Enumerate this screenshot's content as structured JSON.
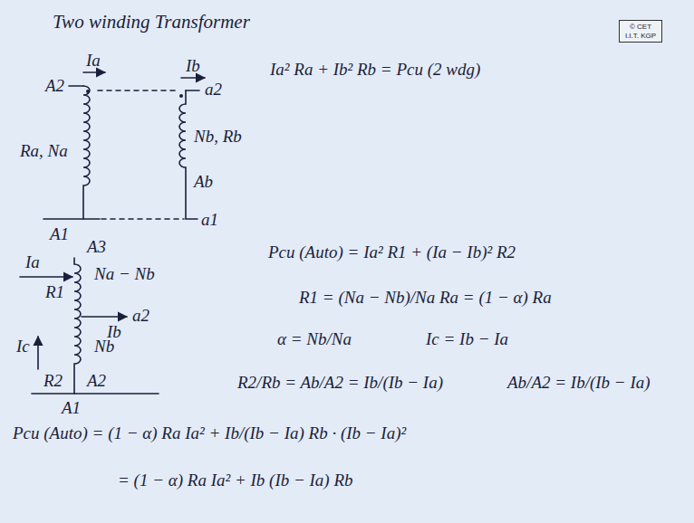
{
  "diagram": {
    "title": "Two winding Transformer",
    "nodes": [
      {
        "text": [
          "© CET I.I.T. KGP"
        ]
      }
    ],
    "labels": [
      "Ia",
      "A2",
      "Ra, Na",
      "A1",
      "Ib",
      "a2",
      "Nb, Rb",
      "Ab",
      "a1",
      "Ia² Ra + Ib² Rb = Pcu (2 wdg)",
      "A3",
      "Ia",
      "R1",
      "Na − Nb",
      "a2",
      "Ib",
      "Ic",
      "Nb",
      "R2",
      "A2",
      "A1",
      "Pcu (Auto) = Ia² R1 + (Ia − Ib)² R2",
      "R1 = (Na − Nb)/Na Ra = (1 − α) Ra",
      "α = Nb/Na",
      "Ic = Ib − Ia",
      "R2/Rb = Ab/A2 = Ib/(Ib − Ia)",
      "Ab/A2 = Ib/(Ib − Ia)",
      "Pcu (Auto) = (1 − α) Ra Ia² + Ib/(Ib − Ia) Rb · (Ib − Ia)²",
      "= (1 − α) Ra Ia² + Ib (Ib − Ia) Rb"
    ]
  }
}
